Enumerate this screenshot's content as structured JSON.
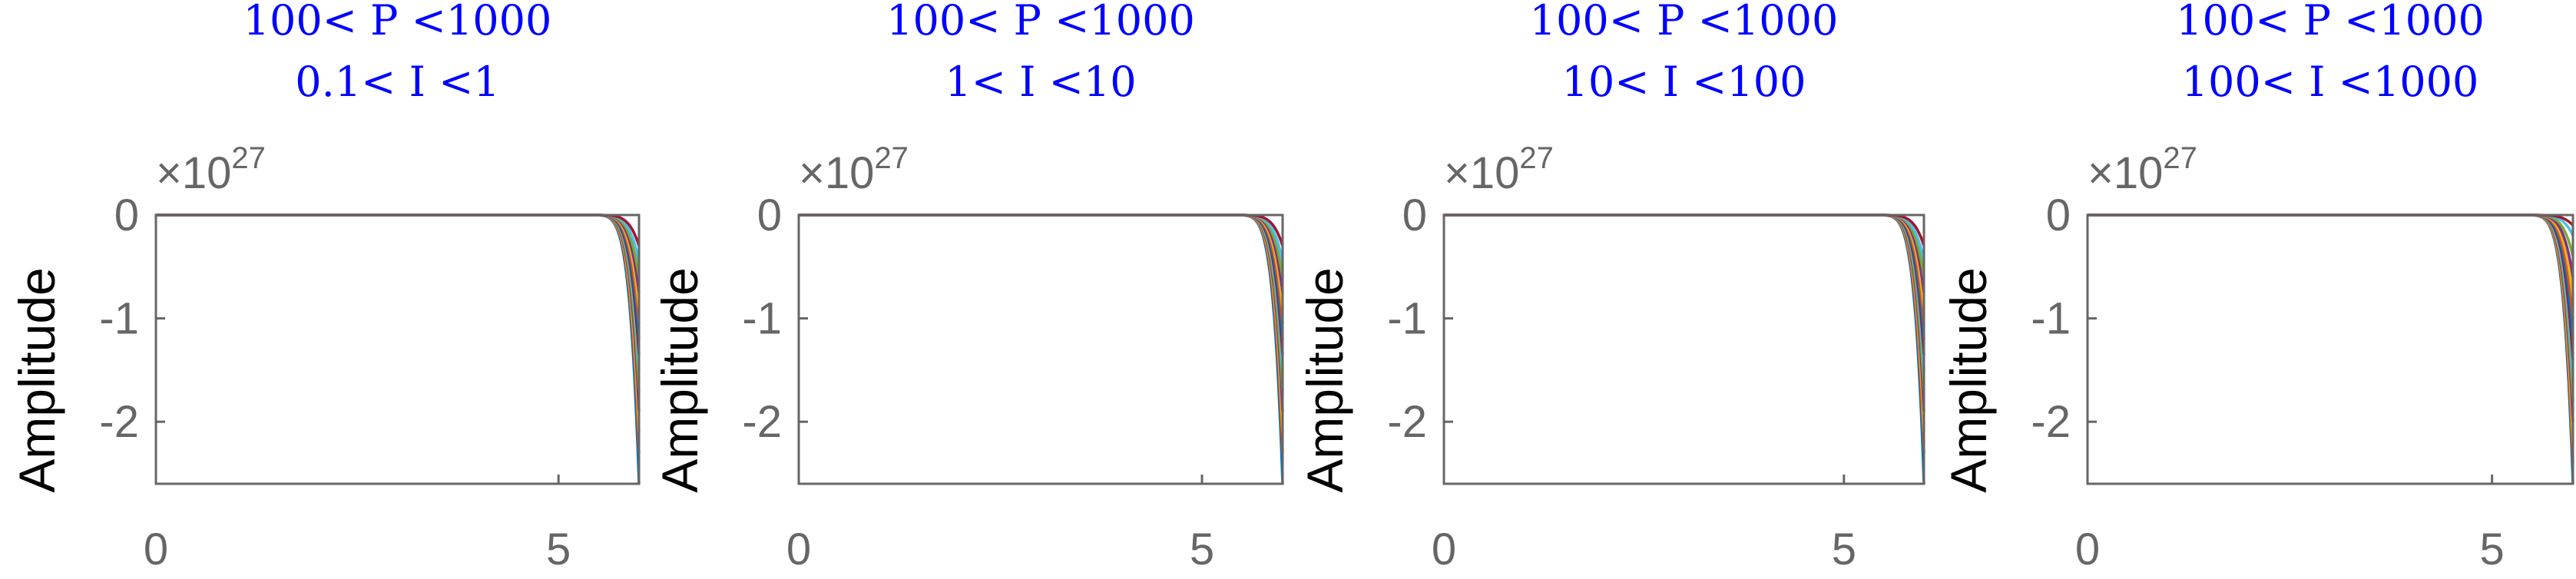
{
  "colors": {
    "title": "#0000ff",
    "axis": "#666666",
    "ylabel": "#000000",
    "series_palette": [
      "#0072bd",
      "#d95319",
      "#edb120",
      "#7e2f8e",
      "#77ac30",
      "#4dbeee",
      "#a2142f"
    ]
  },
  "chart_data": [
    {
      "type": "line",
      "title_line1": "100< P <1000",
      "title_line2": "0.1< I <1",
      "xlabel": "",
      "ylabel": "Amplitude",
      "y_multiplier": "×10",
      "y_multiplier_exp": "27",
      "xlim": [
        0,
        6
      ],
      "ylim": [
        -2.6,
        0
      ],
      "xticks": [
        0,
        5
      ],
      "yticks": [
        0,
        -1,
        -2
      ],
      "grid": false,
      "series_minima": [
        -2.6,
        -2.3,
        -2.1,
        -1.9,
        -1.7,
        -1.5,
        -1.35,
        -1.2,
        -1.05,
        -0.9,
        -0.75,
        -0.6,
        -0.45,
        -0.3
      ]
    },
    {
      "type": "line",
      "title_line1": "100< P <1000",
      "title_line2": "1< I <10",
      "xlabel": "",
      "ylabel": "Amplitude",
      "y_multiplier": "×10",
      "y_multiplier_exp": "27",
      "xlim": [
        0,
        6
      ],
      "ylim": [
        -2.6,
        0
      ],
      "xticks": [
        0,
        5
      ],
      "yticks": [
        0,
        -1,
        -2
      ],
      "grid": false,
      "series_minima": [
        -2.6,
        -2.3,
        -2.1,
        -1.9,
        -1.7,
        -1.5,
        -1.35,
        -1.2,
        -1.05,
        -0.9,
        -0.75,
        -0.6,
        -0.45,
        -0.3
      ]
    },
    {
      "type": "line",
      "title_line1": "100< P <1000",
      "title_line2": "10< I <100",
      "xlabel": "",
      "ylabel": "Amplitude",
      "y_multiplier": "×10",
      "y_multiplier_exp": "27",
      "xlim": [
        0,
        6
      ],
      "ylim": [
        -2.6,
        0
      ],
      "xticks": [
        0,
        5
      ],
      "yticks": [
        0,
        -1,
        -2
      ],
      "grid": false,
      "series_minima": [
        -2.6,
        -2.3,
        -2.1,
        -1.9,
        -1.7,
        -1.5,
        -1.35,
        -1.2,
        -1.05,
        -0.9,
        -0.75,
        -0.6,
        -0.45,
        -0.3
      ]
    },
    {
      "type": "line",
      "title_line1": "100< P <1000",
      "title_line2": "100< I <1000",
      "xlabel": "",
      "ylabel": "Amplitude",
      "y_multiplier": "×10",
      "y_multiplier_exp": "27",
      "xlim": [
        0,
        6
      ],
      "ylim": [
        -2.6,
        0
      ],
      "xticks": [
        0,
        5
      ],
      "yticks": [
        0,
        -1,
        -2
      ],
      "grid": false,
      "series_minima": [
        -2.6,
        -2.4,
        -2.2,
        -2.0,
        -1.8,
        -1.6,
        -1.4,
        -1.2,
        -1.0,
        -0.8,
        -0.6,
        -0.4,
        -0.2,
        -0.1
      ]
    }
  ]
}
